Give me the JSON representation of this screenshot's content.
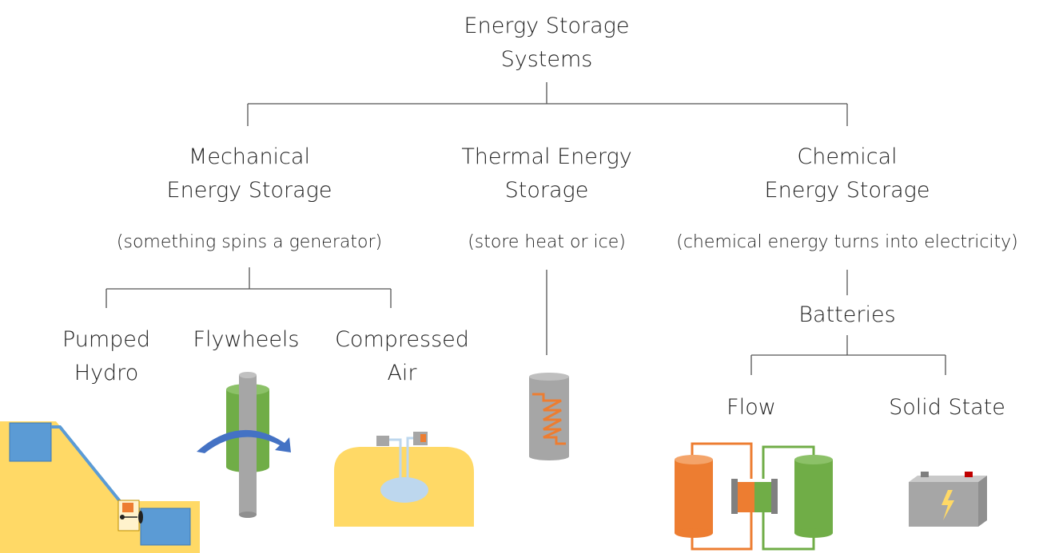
{
  "root": {
    "line1": "Energy Storage",
    "line2": "Systems"
  },
  "mechanical": {
    "line1": "Mechanical",
    "line2": "Energy Storage",
    "note": "(something spins a generator)",
    "children": {
      "pumped_hydro": {
        "line1": "Pumped",
        "line2": "Hydro"
      },
      "flywheels": {
        "line1": "Flywheels"
      },
      "compressed_air": {
        "line1": "Compressed",
        "line2": "Air"
      }
    }
  },
  "thermal": {
    "line1": "Thermal Energy",
    "line2": "Storage",
    "note": "(store heat or ice)"
  },
  "chemical": {
    "line1": "Chemical",
    "line2": "Energy Storage",
    "note": "(chemical energy turns into electricity)",
    "batteries": {
      "label": "Batteries",
      "children": {
        "flow": {
          "label": "Flow"
        },
        "solid_state": {
          "label": "Solid State"
        }
      }
    }
  },
  "colors": {
    "connector": "#555555",
    "water": "#5b9bd5",
    "land": "#ffd966",
    "green": "#70ad47",
    "orange": "#ed7d31",
    "gray": "#a6a6a6",
    "light_blue": "#bdd7ee",
    "red": "#c00000"
  }
}
